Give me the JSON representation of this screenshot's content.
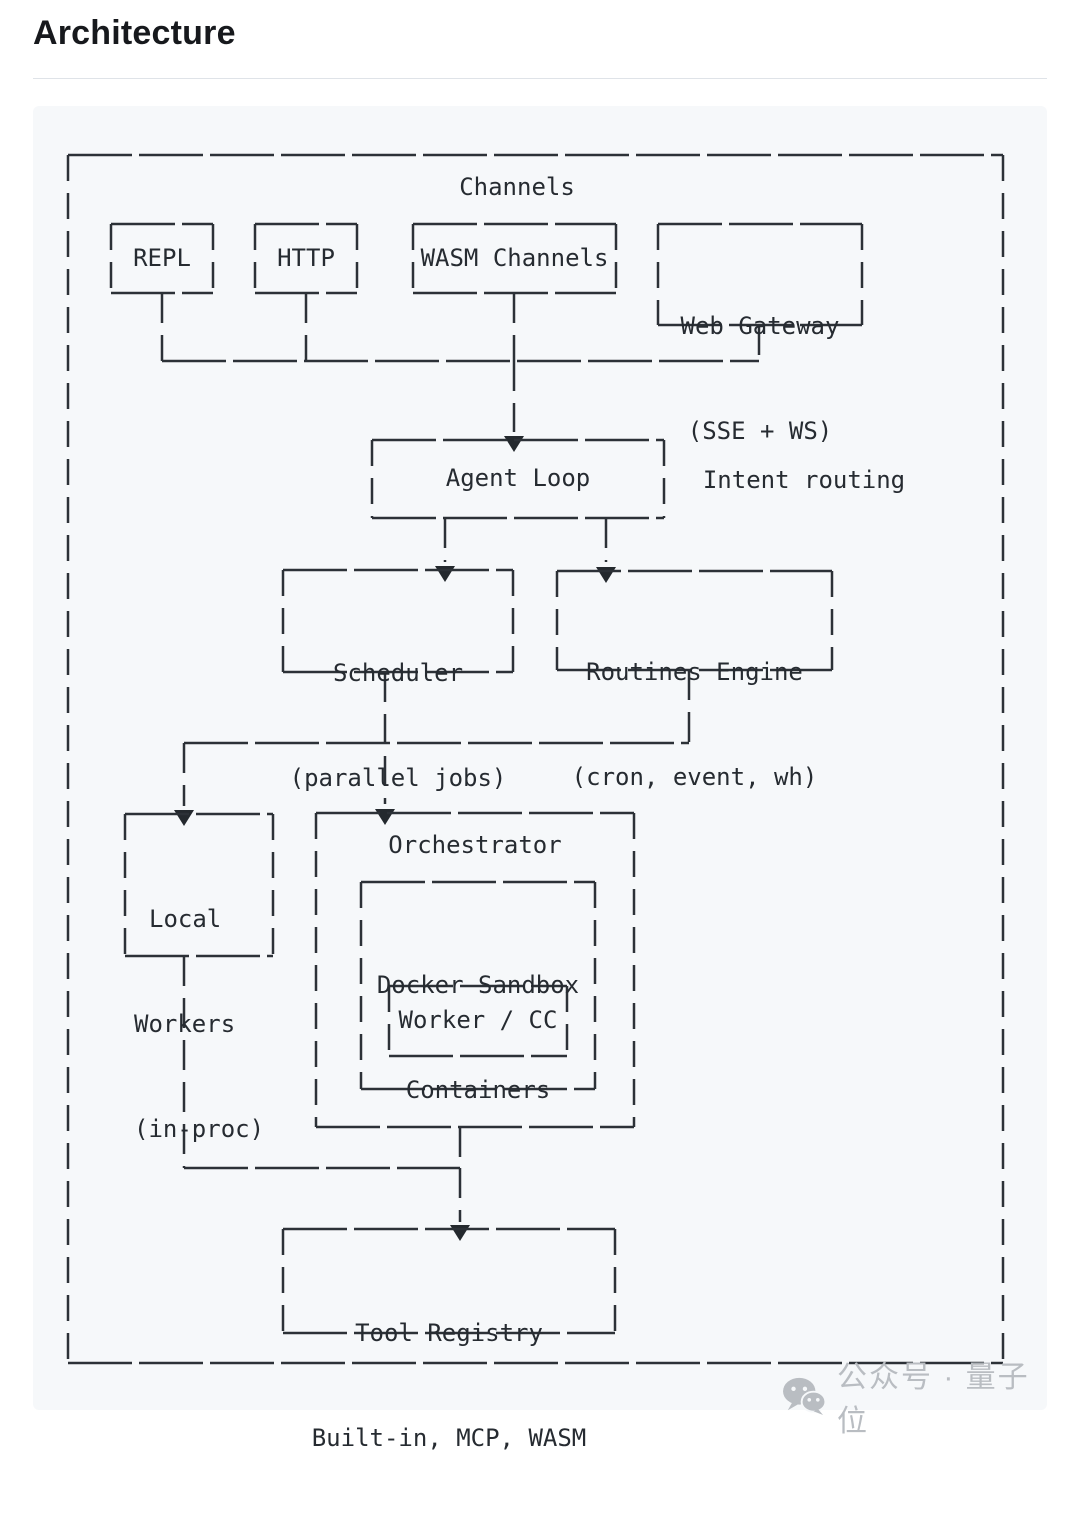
{
  "page": {
    "title": "Architecture"
  },
  "diagram": {
    "container_label": "Channels",
    "repl": "REPL",
    "http": "HTTP",
    "wasm_channels": "WASM Channels",
    "web_gateway": {
      "line1": "Web Gateway",
      "line2": "(SSE + WS)"
    },
    "agent_loop": "Agent Loop",
    "intent_routing": "Intent routing",
    "scheduler": {
      "line1": "Scheduler",
      "line2": "(parallel jobs)"
    },
    "routines_engine": {
      "line1": "Routines Engine",
      "line2": "(cron, event, wh)"
    },
    "local_workers": {
      "line1": "Local",
      "line2": "Workers",
      "line3": "(in-proc)"
    },
    "orchestrator": "Orchestrator",
    "docker_sandbox": {
      "line1": "Docker Sandbox",
      "line2": "Containers"
    },
    "worker_cc": "Worker / CC",
    "tool_registry": {
      "line1": "Tool Registry",
      "line2": "Built-in, MCP, WASM"
    },
    "colors": {
      "line": "#2c3137",
      "text": "#262b31",
      "panel_bg": "#f6f8fa",
      "watermark": "#b9bdc2"
    }
  },
  "watermark": {
    "label": "公众号 · 量子位"
  }
}
